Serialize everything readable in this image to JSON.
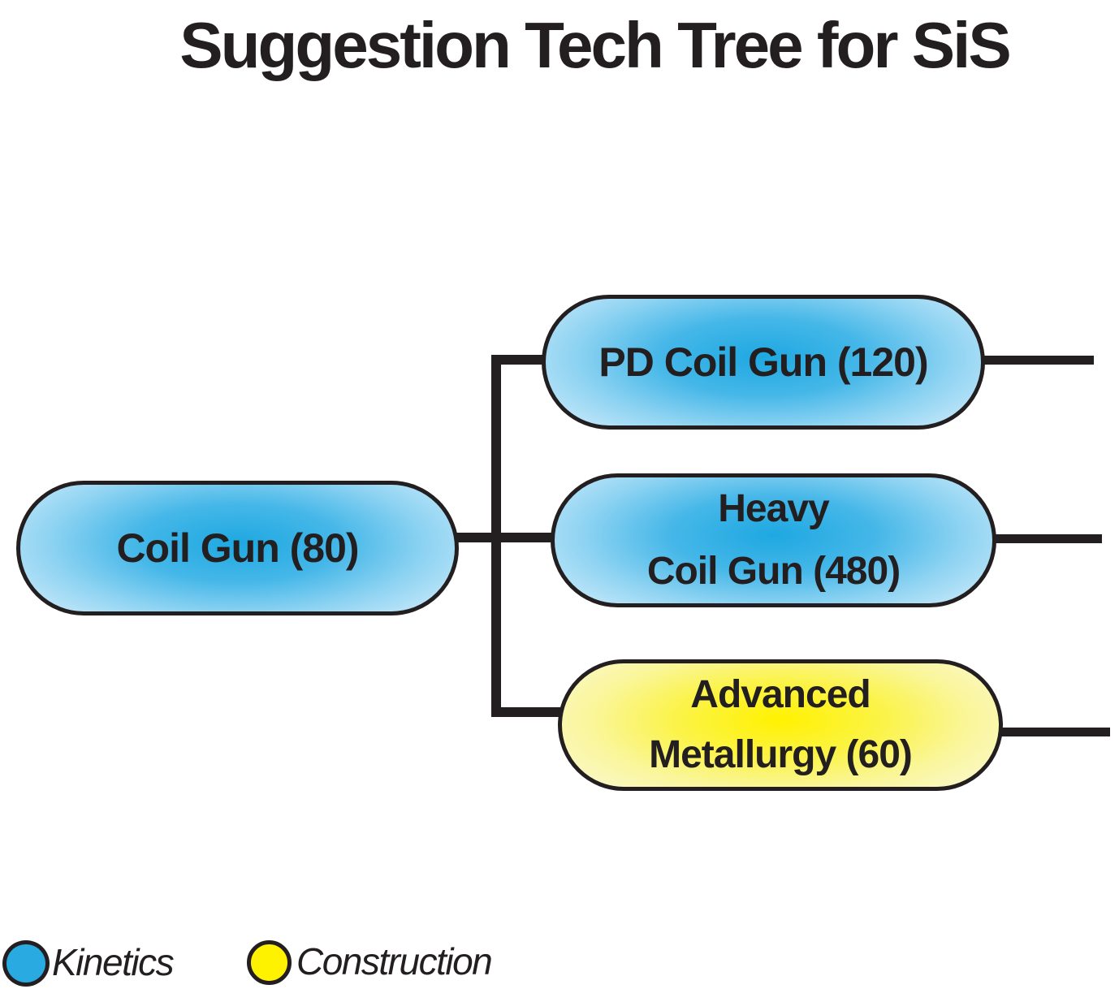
{
  "title": "Suggestion Tech Tree for SiS",
  "nodes": {
    "coil_gun": {
      "label": "Coil Gun (80)",
      "cost": 80,
      "category": "Kinetics"
    },
    "pd_coil_gun": {
      "label": "PD Coil Gun (120)",
      "cost": 120,
      "category": "Kinetics"
    },
    "heavy_coil_gun": {
      "line1": "Heavy",
      "line2": "Coil Gun (480)",
      "cost": 480,
      "category": "Kinetics"
    },
    "advanced_metallurgy": {
      "line1": "Advanced",
      "line2": "Metallurgy (60)",
      "cost": 60,
      "category": "Construction"
    }
  },
  "edges": [
    {
      "from": "coil_gun",
      "to": "pd_coil_gun"
    },
    {
      "from": "coil_gun",
      "to": "heavy_coil_gun"
    },
    {
      "from": "coil_gun",
      "to": "advanced_metallurgy"
    },
    {
      "from": "pd_coil_gun",
      "to": "offscreen-right"
    },
    {
      "from": "heavy_coil_gun",
      "to": "offscreen-right"
    },
    {
      "from": "advanced_metallurgy",
      "to": "offscreen-right"
    }
  ],
  "legend": {
    "kinetics": {
      "label": "Kinetics",
      "color": "#29ABE2"
    },
    "construction": {
      "label": "Construction",
      "color": "#FFF200"
    }
  },
  "colors": {
    "node_blue_center": "#1EA8E1",
    "node_blue_edge": "#C9E9FA",
    "node_yellow_center": "#FFF200",
    "node_yellow_edge": "#FAF8CE",
    "stroke_and_text": "#231F20",
    "background": "#FFFFFF"
  }
}
